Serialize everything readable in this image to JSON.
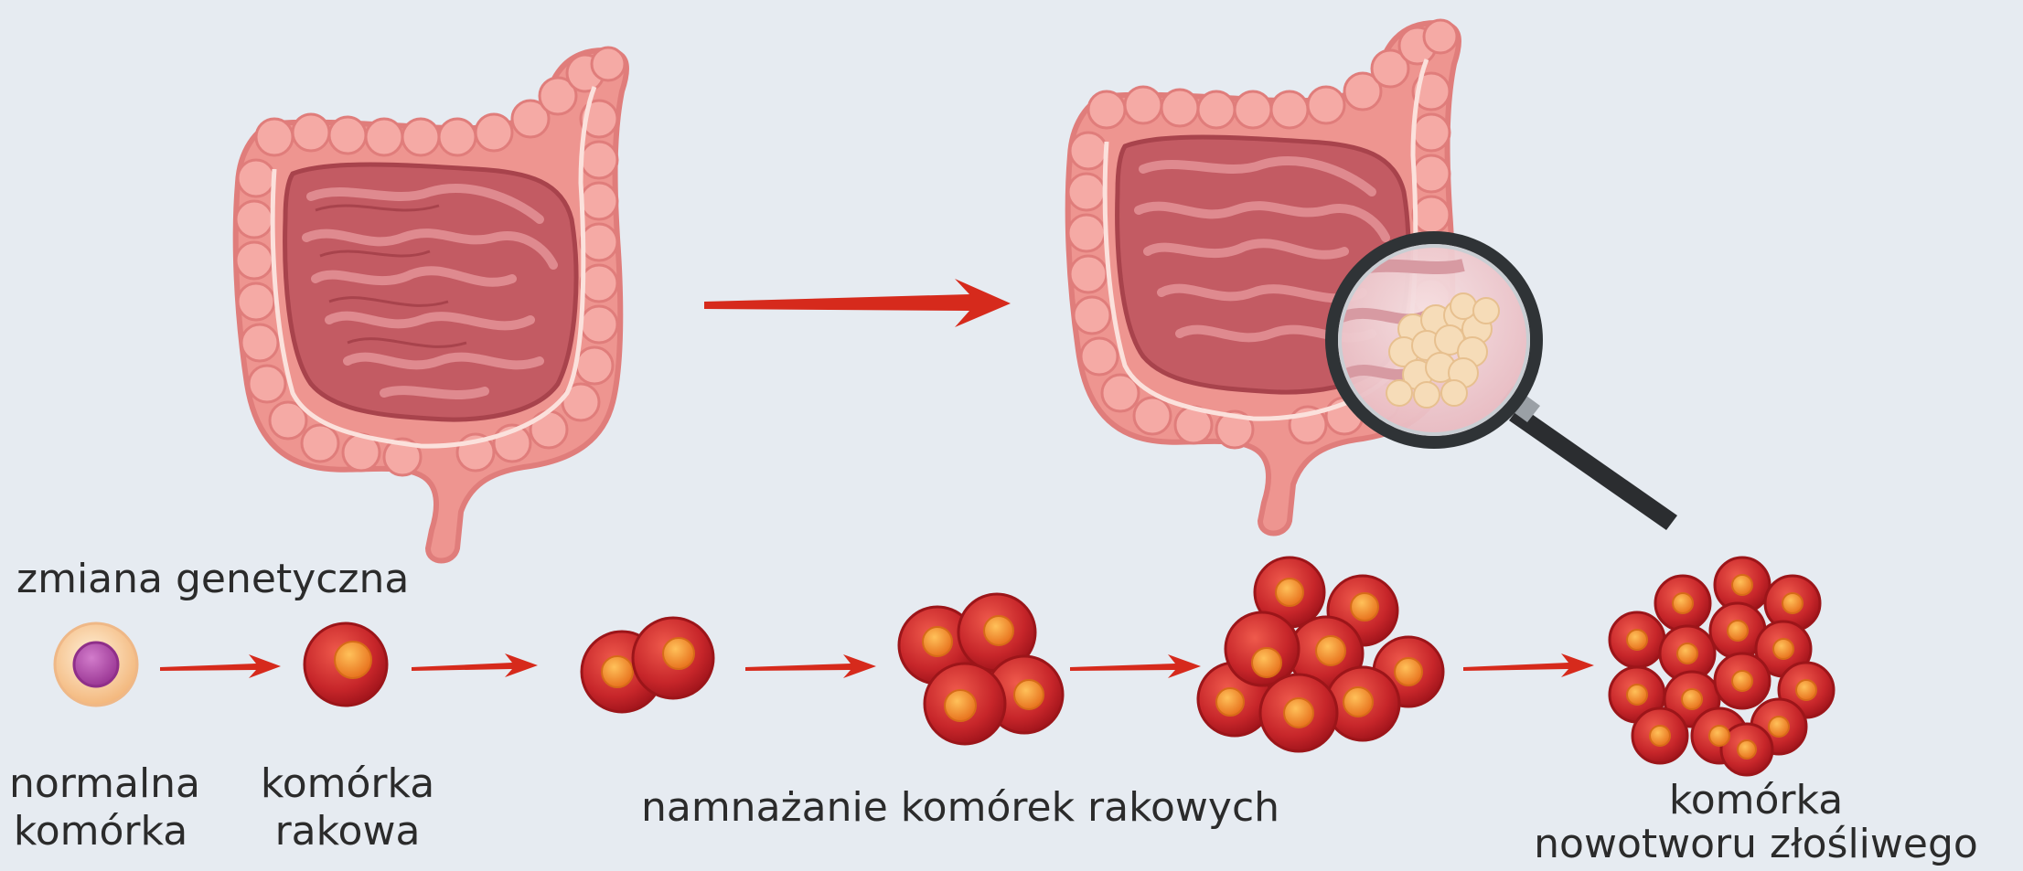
{
  "labels": {
    "genetic_change": "zmiana genetyczna",
    "normal_cell": [
      "normalna",
      "komórka"
    ],
    "cancer_cell": [
      "komórka",
      "rakowa"
    ],
    "proliferation": "namnażanie komórek rakowych",
    "malignant_cell": [
      "komórka",
      "nowotworu złośliwego"
    ]
  },
  "colors": {
    "background": "#e6ebf1",
    "arrow": "#d62a1c",
    "intestine_outer": "#ee9590",
    "intestine_inner": "#c35b63",
    "cell_red": "#c7262a",
    "nucleus_orange": "#f1892a",
    "normal_cell_membrane": "#f6c69a",
    "normal_cell_nucleus": "#b24ea7",
    "lens_rim": "#2f3336"
  },
  "icons": {
    "intestine": "large-intestine-icon",
    "magnifier": "magnifying-glass-icon",
    "arrow": "right-arrow-icon",
    "cell": "cell-icon"
  }
}
